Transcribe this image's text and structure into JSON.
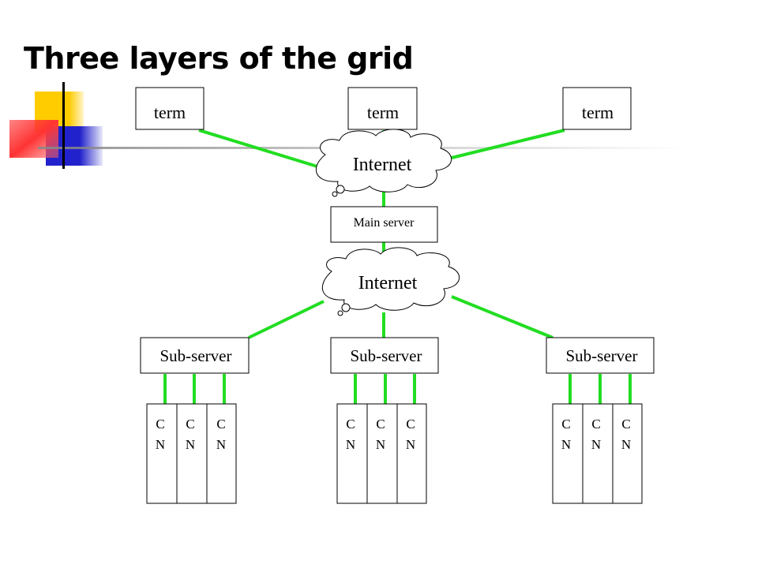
{
  "title": "Three layers of the grid",
  "colors": {
    "link": "#22dd22",
    "deco_yellow": "#ffcc00",
    "deco_red": "#ff3333",
    "deco_blue": "#2222cc",
    "box_stroke": "#000000",
    "background": "#ffffff"
  },
  "icons": {
    "cloud": "cloud-icon",
    "decoration": "corner-squares-decoration"
  },
  "terminals": [
    "term",
    "term",
    "term"
  ],
  "cloud_top": "Internet",
  "main_server": "Main server",
  "cloud_bottom": "Internet",
  "subservers": [
    {
      "label": "Sub-server",
      "nodes": [
        {
          "line1": "C",
          "line2": "N"
        },
        {
          "line1": "C",
          "line2": "N"
        },
        {
          "line1": "C",
          "line2": "N"
        }
      ]
    },
    {
      "label": "Sub-server",
      "nodes": [
        {
          "line1": "C",
          "line2": "N"
        },
        {
          "line1": "C",
          "line2": "N"
        },
        {
          "line1": "C",
          "line2": "N"
        }
      ]
    },
    {
      "label": "Sub-server",
      "nodes": [
        {
          "line1": "C",
          "line2": "N"
        },
        {
          "line1": "C",
          "line2": "N"
        },
        {
          "line1": "C",
          "line2": "N"
        }
      ]
    }
  ]
}
